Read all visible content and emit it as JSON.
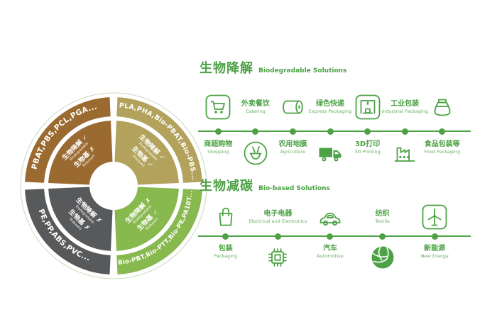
{
  "colors": {
    "accent": "#4ca245",
    "thin_ring": "#c9d9bb"
  },
  "donut": {
    "quadrants": [
      {
        "position": "top-left",
        "color": "#9a6a30",
        "arc_label": "PBAT,PBS,PCL,PGA...",
        "lines": [
          "生物降解 ✓",
          "Biodegradable",
          "生物基 ✗",
          "Biobased"
        ]
      },
      {
        "position": "top-right",
        "color": "#b2a25c",
        "arc_label": "PLA,PHA,Bio-PBAT,Bio-PBS...",
        "lines": [
          "生物降解 ✓",
          "Biodegradable",
          "生物基 ✓",
          "Biobased"
        ]
      },
      {
        "position": "bottom-right",
        "color": "#88b94f",
        "arc_label": "Bio-PBT,Bio-PTT,Bio-PE,PA10T...",
        "lines": [
          "生物降解 ✗",
          "Biodegradable",
          "生物基 ✓",
          "Biobased"
        ]
      },
      {
        "position": "bottom-left",
        "color": "#58595b",
        "arc_label": "PE,PP,ABS,PVC...",
        "lines": [
          "生物降解 ✗",
          "Biodegradable",
          "生物基 ✗",
          "Biobased"
        ]
      }
    ]
  },
  "sections": [
    {
      "title_zh": "生物降解",
      "title_en": "Biodegradable Solutions",
      "items": [
        {
          "zh": "商超购物",
          "en": "Shopping",
          "icon": "shopping-cart-icon",
          "icon_pos": "above"
        },
        {
          "zh": "外卖餐饮",
          "en": "Catering",
          "icon": "takeout-bowl-icon",
          "icon_pos": "below"
        },
        {
          "zh": "农用地膜",
          "en": "Agriculture",
          "icon": "film-roll-icon",
          "icon_pos": "above"
        },
        {
          "zh": "绿色快递",
          "en": "Express Packaging",
          "icon": "delivery-truck-icon",
          "icon_pos": "below"
        },
        {
          "zh": "3D打印",
          "en": "3D Printing",
          "icon": "3d-printer-icon",
          "icon_pos": "above"
        },
        {
          "zh": "工业包装",
          "en": "Industrial Packaging",
          "icon": "factory-icon",
          "icon_pos": "below"
        },
        {
          "zh": "食品包装等",
          "en": "Food Packaging",
          "icon": "pouch-icon",
          "icon_pos": "above"
        }
      ]
    },
    {
      "title_zh": "生物减碳",
      "title_en": "Bio-based Solutions",
      "items": [
        {
          "zh": "包装",
          "en": "Packaging",
          "icon": "shopping-bag-icon",
          "icon_pos": "above"
        },
        {
          "zh": "电子电器",
          "en": "Electrical and Electronics",
          "icon": "chip-icon",
          "icon_pos": "below"
        },
        {
          "zh": "汽车",
          "en": "Automotive",
          "icon": "car-icon",
          "icon_pos": "above"
        },
        {
          "zh": "纺织",
          "en": "Textile",
          "icon": "yarn-ball-icon",
          "icon_pos": "below"
        },
        {
          "zh": "新能源",
          "en": "New Energy",
          "icon": "wind-turbine-icon",
          "icon_pos": "above"
        }
      ]
    }
  ]
}
